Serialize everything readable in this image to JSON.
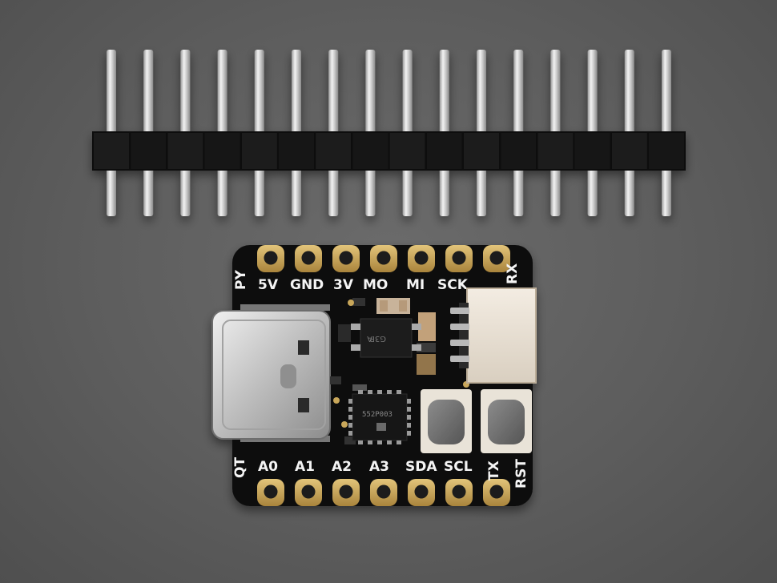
{
  "photo": {
    "subject": "Adafruit QT Py board with pin header strip",
    "pin_count": 16
  },
  "board": {
    "top_labels": [
      "5V",
      "GND",
      "3V",
      "MO",
      "MI",
      "SCK",
      "RX"
    ],
    "bottom_labels": [
      "A0",
      "A1",
      "A2",
      "A3",
      "SDA",
      "SCL",
      "TX",
      "RST"
    ],
    "side_label_top": "PY",
    "side_label_bottom": "QT",
    "chip_marking": "552P003",
    "regulator_marking": "G3P",
    "aux_marking": "A"
  },
  "colors": {
    "background": "#5d5d5d",
    "pcb": "#111111",
    "gold": "#c9a75a",
    "silkscreen": "#f4f4f4",
    "pin_plastic": "#1a1a1a",
    "pin_metal": "#d8d8d8"
  }
}
